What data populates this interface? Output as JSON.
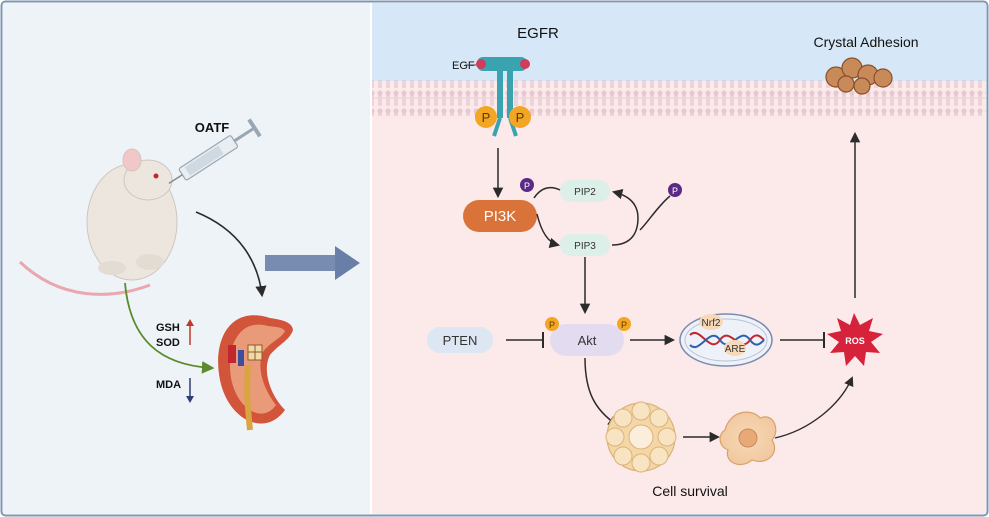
{
  "labels": {
    "oatf": "OATF",
    "egfr": "EGFR",
    "egf": "EGF",
    "crystal_adhesion": "Crystal Adhesion",
    "p": "P",
    "pi3k": "PI3K",
    "pip2": "PIP2",
    "pip3": "PIP3",
    "pten": "PTEN",
    "akt": "Akt",
    "nrf2": "Nrf2",
    "are": "ARE",
    "ros": "ROS",
    "cell_survival": "Cell survival",
    "gsh": "GSH",
    "sod": "SOD",
    "mda": "MDA"
  },
  "colors": {
    "left_panel": "#eef3f8",
    "membrane_top": "#d6e8f7",
    "cytoplasm": "#fce9ea",
    "pi3k": "#d9733a",
    "node": "#dcefe9",
    "pten": "#dde6f3",
    "akt": "#e3dcf1",
    "ros": "#d6223a",
    "phospho_purple": "#5b2a86",
    "phospho_orange": "#f2a623",
    "arrow_dark": "#2b2b2b",
    "arrow_green": "#5c8a2d",
    "big_arrow": "#6a7fa8",
    "up_arrow": "#c0392b",
    "down_arrow": "#2e3f72",
    "receptor": "#3aa3b0"
  }
}
